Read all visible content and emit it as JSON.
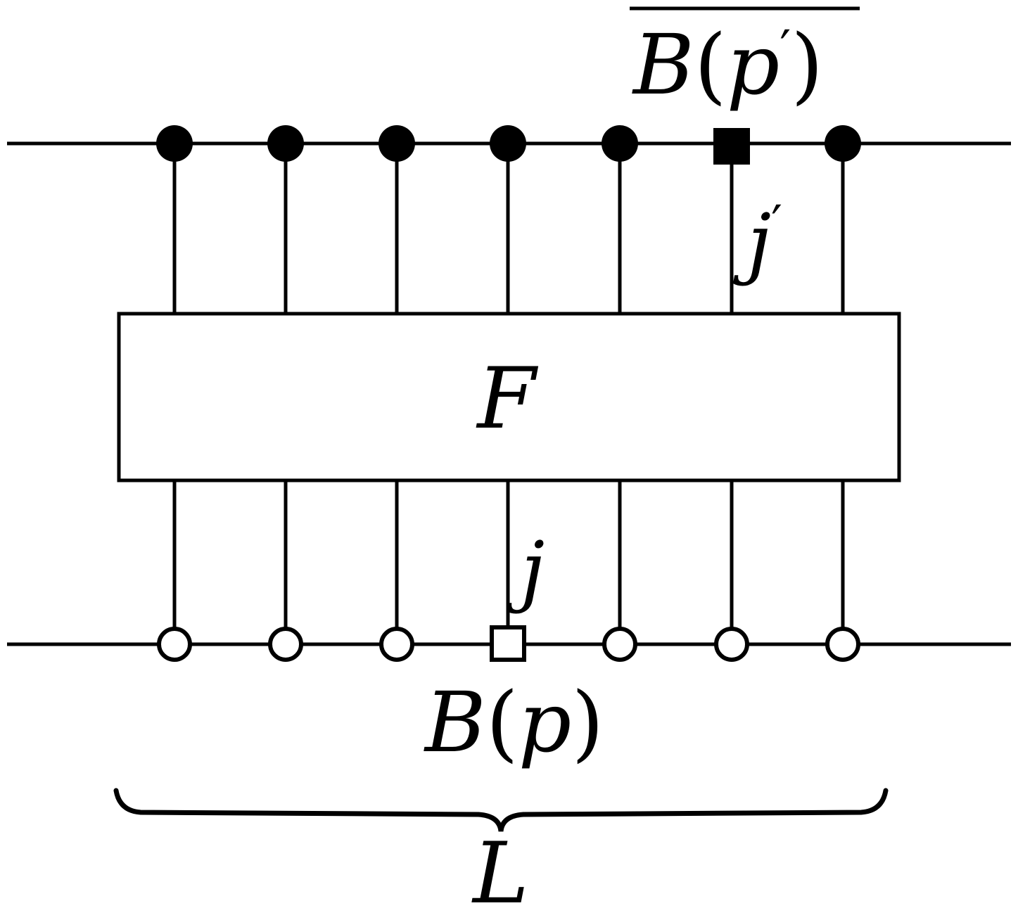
{
  "diagram": {
    "box_label": "F",
    "top_label": "B(p′)",
    "top_label_parts": {
      "B": "B",
      "open": "(",
      "p": "p",
      "prime": "′",
      "close": ")"
    },
    "top_index_label": "j",
    "top_index_prime": "′",
    "bottom_index_label": "j",
    "bottom_label_parts": {
      "B": "B",
      "open": "(",
      "p": "p",
      "close": ")"
    },
    "brace_label": "L",
    "site_count": 7,
    "top_markers": [
      "filled-circle",
      "filled-circle",
      "filled-circle",
      "filled-circle",
      "filled-circle",
      "filled-square",
      "filled-circle"
    ],
    "bottom_markers": [
      "open-circle",
      "open-circle",
      "open-circle",
      "open-square",
      "open-circle",
      "open-circle",
      "open-circle"
    ],
    "colors": {
      "ink": "#000000",
      "background": "#ffffff"
    }
  }
}
